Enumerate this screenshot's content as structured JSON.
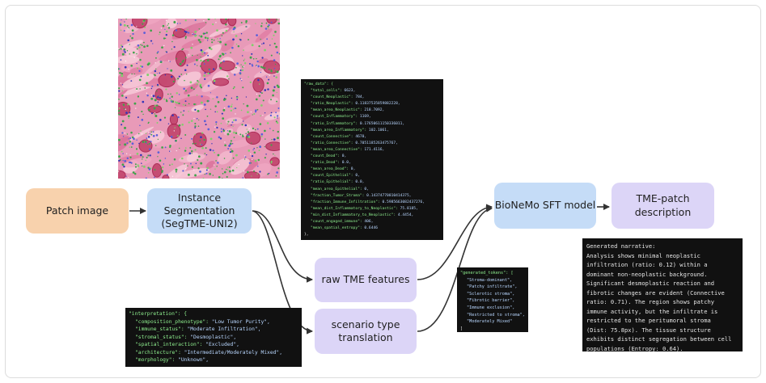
{
  "nodes": {
    "patch_image": "Patch image",
    "instance_seg_l1": "Instance",
    "instance_seg_l2": "Segmentation",
    "instance_seg_l3": "(SegTME-UNI2)",
    "raw_features": "raw TME features",
    "scenario_l1": "scenario type",
    "scenario_l2": "translation",
    "model": "BioNeMo SFT model",
    "description": "TME-patch description"
  },
  "raw_data": {
    "header": "\"raw_data\": {",
    "lines": [
      {
        "key": "\"total_cells\":",
        "val": " 6623,"
      },
      {
        "key": "\"count_Neoplastic\":",
        "val": " 784,"
      },
      {
        "key": "\"ratio_Neoplastic\":",
        "val": " 0.11837535859882228,"
      },
      {
        "key": "\"mean_area_Neoplastic\":",
        "val": " 218.7092,"
      },
      {
        "key": "\"count_Inflammatory\":",
        "val": " 1169,"
      },
      {
        "key": "\"ratio_Inflammatory\":",
        "val": " 0.17650611150336011,"
      },
      {
        "key": "\"mean_area_Inflammatory\":",
        "val": " 102.1061,"
      },
      {
        "key": "\"count_Connective\":",
        "val": " 4670,"
      },
      {
        "key": "\"ratio_Connective\":",
        "val": " 0.7051185263475767,"
      },
      {
        "key": "\"mean_area_Connective\":",
        "val": " 171.4116,"
      },
      {
        "key": "\"count_Dead\":",
        "val": " 0,"
      },
      {
        "key": "\"ratio_Dead\":",
        "val": " 0.0,"
      },
      {
        "key": "\"mean_area_Dead\":",
        "val": " 0,"
      },
      {
        "key": "\"count_Epithelial\":",
        "val": " 0,"
      },
      {
        "key": "\"ratio_Epithelial\":",
        "val": " 0.0,"
      },
      {
        "key": "\"mean_area_Epithelial\":",
        "val": " 0,"
      },
      {
        "key": "\"fraction_Tumor_Stroma\":",
        "val": " 0.14374770810414375,"
      },
      {
        "key": "\"fraction_Immune_Infiltration\":",
        "val": " 0.5985663082437276,"
      },
      {
        "key": "\"mean_dist_Inflammatory_to_Neoplastic\":",
        "val": " 75.8185,"
      },
      {
        "key": "\"min_dist_Inflammatory_to_Neoplastic\":",
        "val": " 4.4454,"
      },
      {
        "key": "\"count_engaged_immune\":",
        "val": " 406,"
      },
      {
        "key": "\"mean_spatial_entropy\":",
        "val": " 0.6446"
      }
    ],
    "footer": "},"
  },
  "interpretation": {
    "header": "\"interpretation\": {",
    "lines": [
      {
        "key": "\"composition_phenotype\":",
        "val": " \"Low Tumor Purity\","
      },
      {
        "key": "\"immune_status\":",
        "val": " \"Moderate Infiltration\","
      },
      {
        "key": "\"stromal_status\":",
        "val": " \"Desmoplastic\","
      },
      {
        "key": "\"spatial_interaction\":",
        "val": " \"Excluded\","
      },
      {
        "key": "\"architecture\":",
        "val": " \"Intermediate/Moderately Mixed\","
      },
      {
        "key": "\"morphology\":",
        "val": " \"Unknown\","
      }
    ]
  },
  "generated_tokens": {
    "header": "\"generated_tokens\": [",
    "items": [
      "\"Stroma-dominant\",",
      "\"Patchy infiltrate\",",
      "\"Sclerotic stroma\",",
      "\"Fibrotic barrier\",",
      "\"Immune exclusion\",",
      "\"Restricted to stroma\",",
      "\"Moderately Mixed\""
    ],
    "footer": "]"
  },
  "narrative": {
    "lines": [
      "Generated narrative:",
      "Analysis shows minimal neoplastic",
      "infiltration (ratio: 0.12) within a",
      "dominant non-neoplastic background.",
      "Significant desmoplastic reaction and",
      "fibrotic changes are evident (Connective",
      "ratio: 0.71). The region shows patchy",
      "immune activity, but the infiltrate is",
      "restricted to the peritumoral stroma",
      "(Dist: 75.8px). The tissue structure",
      "exhibits distinct segregation between cell",
      "populations (Entropy: 0.64)."
    ]
  },
  "colors": {
    "patch_box": "#f8d2ad",
    "segmentation_box": "#c5dcf7",
    "feature_box": "#dcd5f7",
    "code_bg": "#111111",
    "code_key": "#8ff08f",
    "code_string": "#b9d7ff",
    "arrow": "#333333"
  },
  "icons": {
    "patch_thumbnail": "histology-patch-image"
  }
}
